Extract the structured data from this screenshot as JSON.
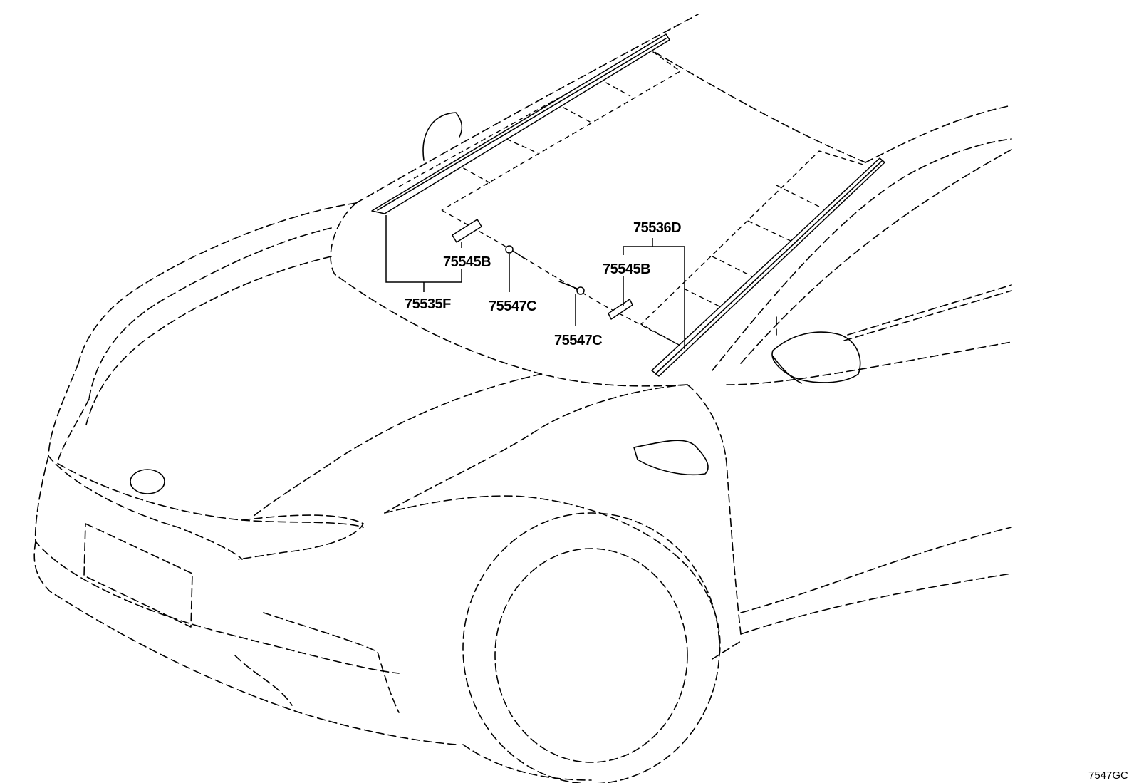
{
  "diagram": {
    "figure_code": "7547GC",
    "callouts": {
      "left_moulding": "75535F",
      "right_moulding": "75536D",
      "left_clip": "75545B",
      "right_clip": "75545B",
      "left_fastener": "75547C",
      "right_fastener": "75547C"
    }
  }
}
